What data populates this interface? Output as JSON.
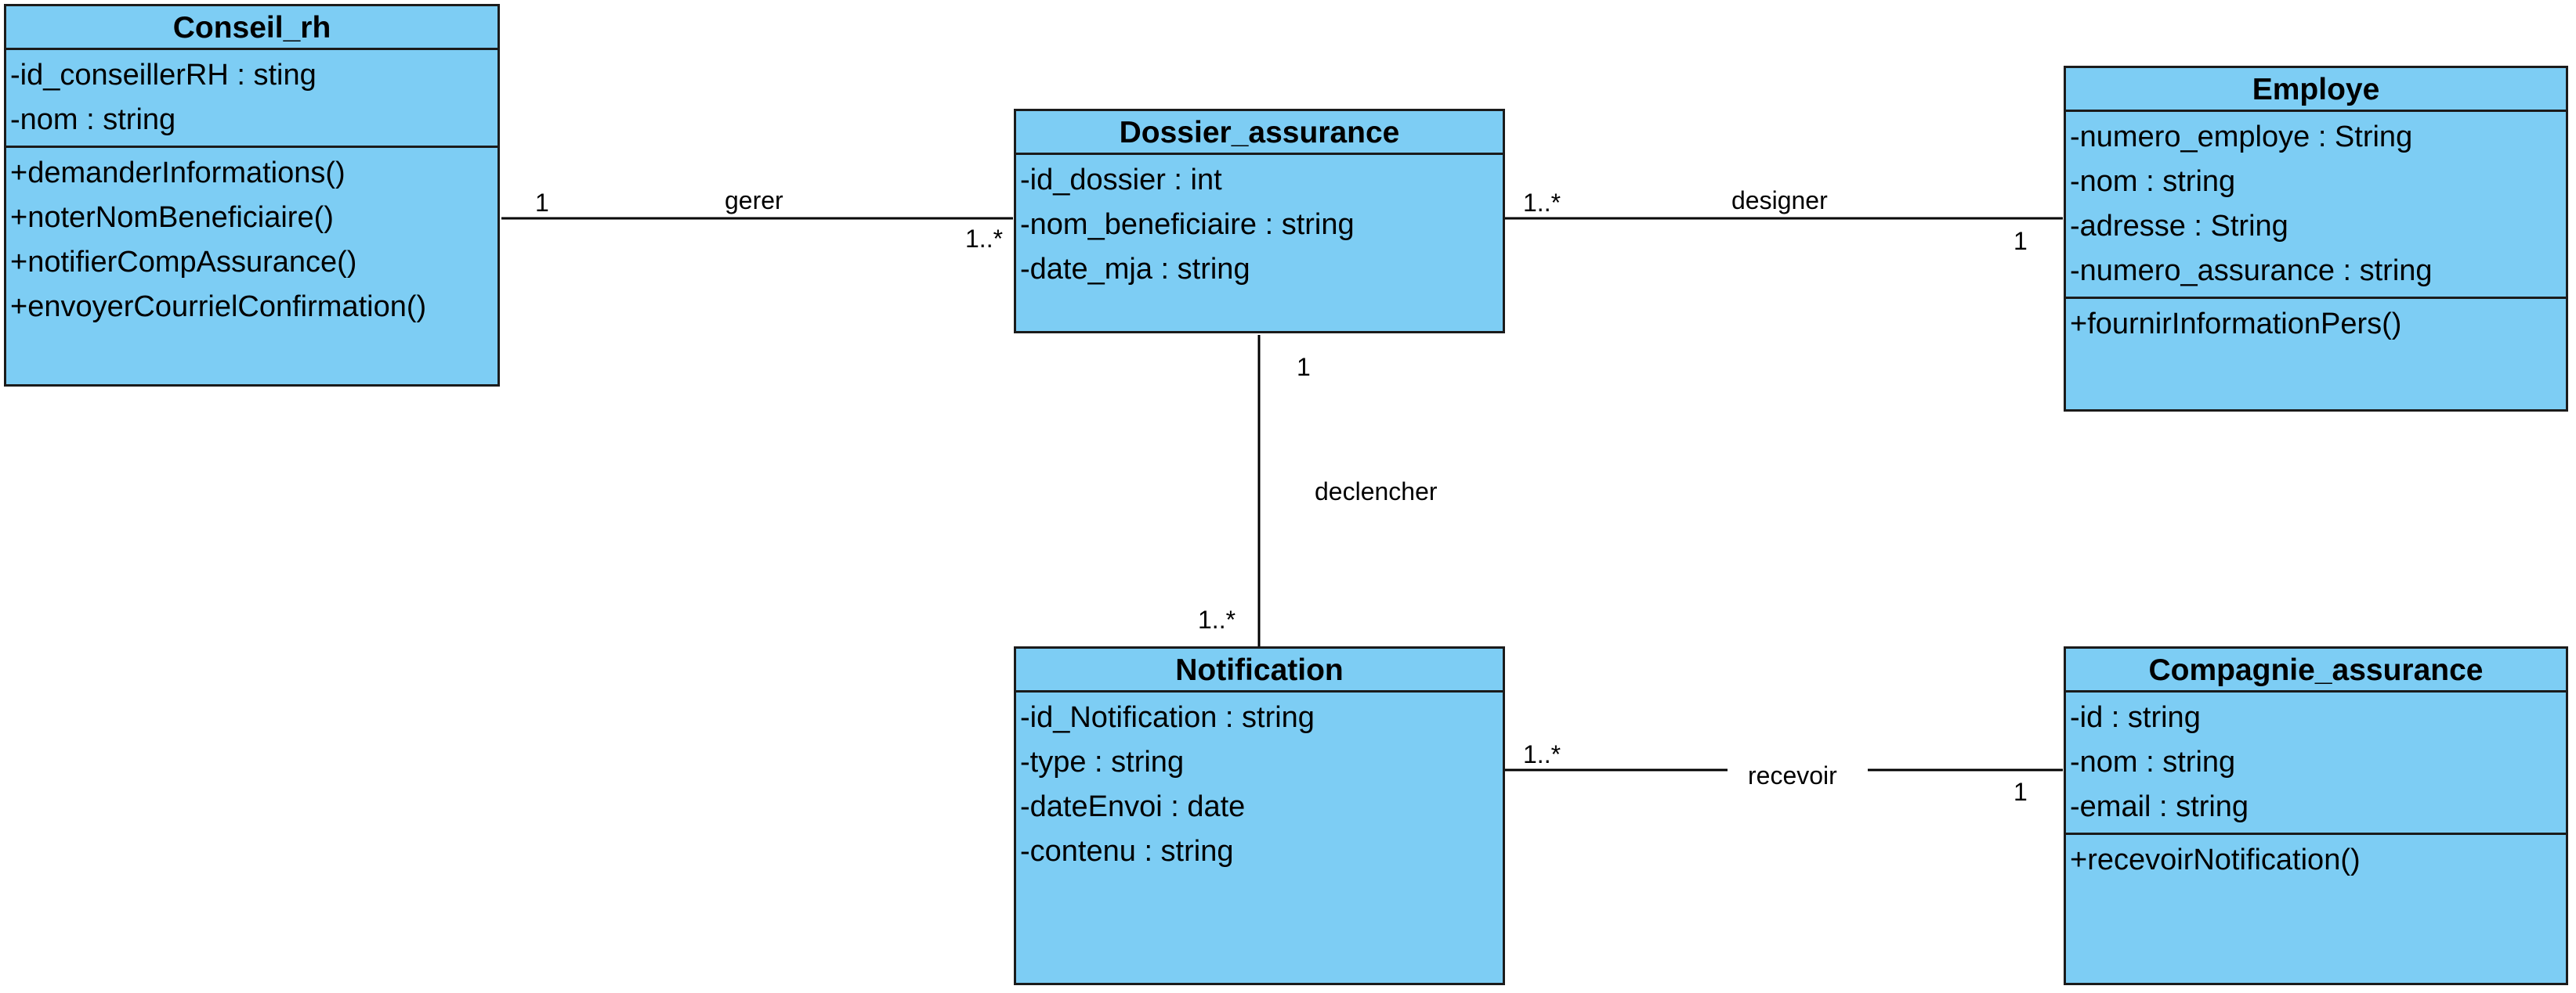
{
  "diagram": {
    "classes": {
      "conseil_rh": {
        "name": "Conseil_rh",
        "attributes": [
          "-id_conseillerRH : sting",
          "-nom : string"
        ],
        "operations": [
          "+demanderInformations()",
          "+noterNomBeneficiaire()",
          "+notifierCompAssurance()",
          "+envoyerCourrielConfirmation()"
        ]
      },
      "dossier_assurance": {
        "name": "Dossier_assurance",
        "attributes": [
          "-id_dossier : int",
          "-nom_beneficiaire : string",
          "-date_mja : string"
        ],
        "operations": []
      },
      "employe": {
        "name": "Employe",
        "attributes": [
          "-numero_employe : String",
          "-nom : string",
          "-adresse : String",
          "-numero_assurance : string"
        ],
        "operations": [
          "+fournirInformationPers()"
        ]
      },
      "notification": {
        "name": "Notification",
        "attributes": [
          "-id_Notification : string",
          "-type : string",
          "-dateEnvoi : date",
          "-contenu : string"
        ],
        "operations": []
      },
      "compagnie_assurance": {
        "name": "Compagnie_assurance",
        "attributes": [
          "-id : string",
          "-nom : string",
          "-email : string"
        ],
        "operations": [
          "+recevoirNotification()"
        ]
      }
    },
    "associations": {
      "gerer": {
        "name": "gerer",
        "source_mult": "1",
        "target_mult": "1..*"
      },
      "designer": {
        "name": "designer",
        "source_mult": "1..*",
        "target_mult": "1"
      },
      "declencher": {
        "name": "declencher",
        "source_mult": "1",
        "target_mult": "1..*"
      },
      "recevoir": {
        "name": "recevoir",
        "source_mult": "1..*",
        "target_mult": "1"
      }
    },
    "colors": {
      "class_fill": "#7dcdf4",
      "stroke": "#1b1b1b"
    }
  }
}
